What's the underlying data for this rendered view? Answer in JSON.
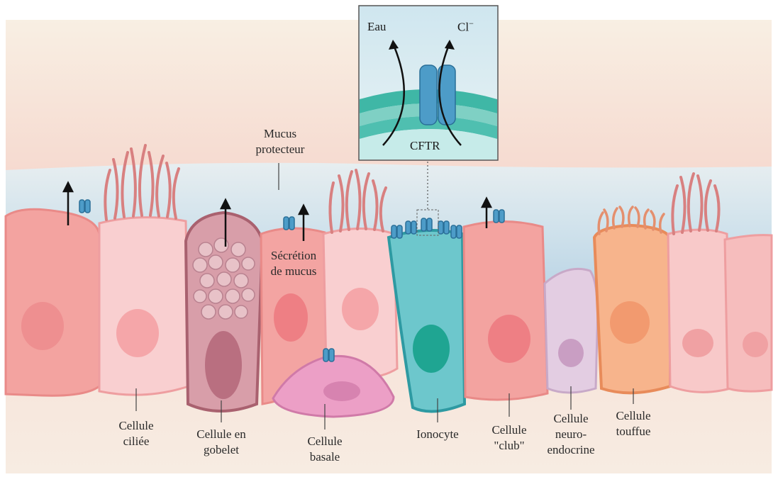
{
  "colors": {
    "background": "#f7eee4",
    "mucus": "#cfe2ec",
    "cell_pink": "#f4a9a6",
    "cell_light": "#f9cdcc",
    "goblet": "#c98f9c",
    "basal": "#e9a6c7",
    "ionocyte": "#62c3c8",
    "neuro": "#dcc7dd",
    "tuft": "#f5ab83",
    "cftr": "#4d9cc8"
  },
  "inset": {
    "water_label": "Eau",
    "chloride_label": "Cl",
    "chloride_charge": "−",
    "channel_label": "CFTR"
  },
  "annotations": {
    "mucus_protecteur": [
      "Mucus",
      "protecteur"
    ],
    "secretion_mucus": [
      "Sécrétion",
      "de mucus"
    ]
  },
  "cell_labels": {
    "ciliee": [
      "Cellule",
      "ciliée"
    ],
    "gobelet": [
      "Cellule en",
      "gobelet"
    ],
    "basale": [
      "Cellule",
      "basale"
    ],
    "ionocyte": [
      "Ionocyte"
    ],
    "club": [
      "Cellule",
      "\"club\""
    ],
    "neuro": [
      "Cellule",
      "neuro-",
      "endocrine"
    ],
    "touffue": [
      "Cellule",
      "touffue"
    ]
  }
}
